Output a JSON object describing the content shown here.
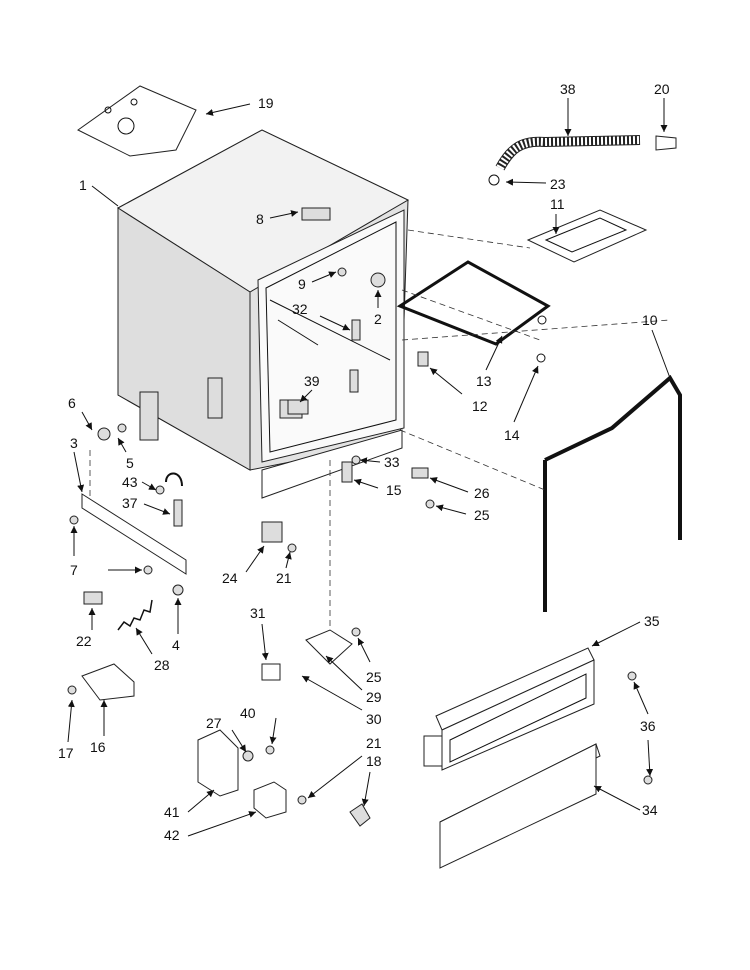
{
  "labels": [
    "1",
    "2",
    "3",
    "4",
    "5",
    "6",
    "7",
    "8",
    "9",
    "10",
    "11",
    "12",
    "13",
    "14",
    "15",
    "16",
    "17",
    "18",
    "19",
    "20",
    "21",
    "21",
    "22",
    "23",
    "24",
    "25",
    "25",
    "26",
    "27",
    "28",
    "29",
    "30",
    "31",
    "32",
    "33",
    "34",
    "35",
    "36",
    "37",
    "38",
    "39",
    "40",
    "41",
    "42",
    "43"
  ]
}
